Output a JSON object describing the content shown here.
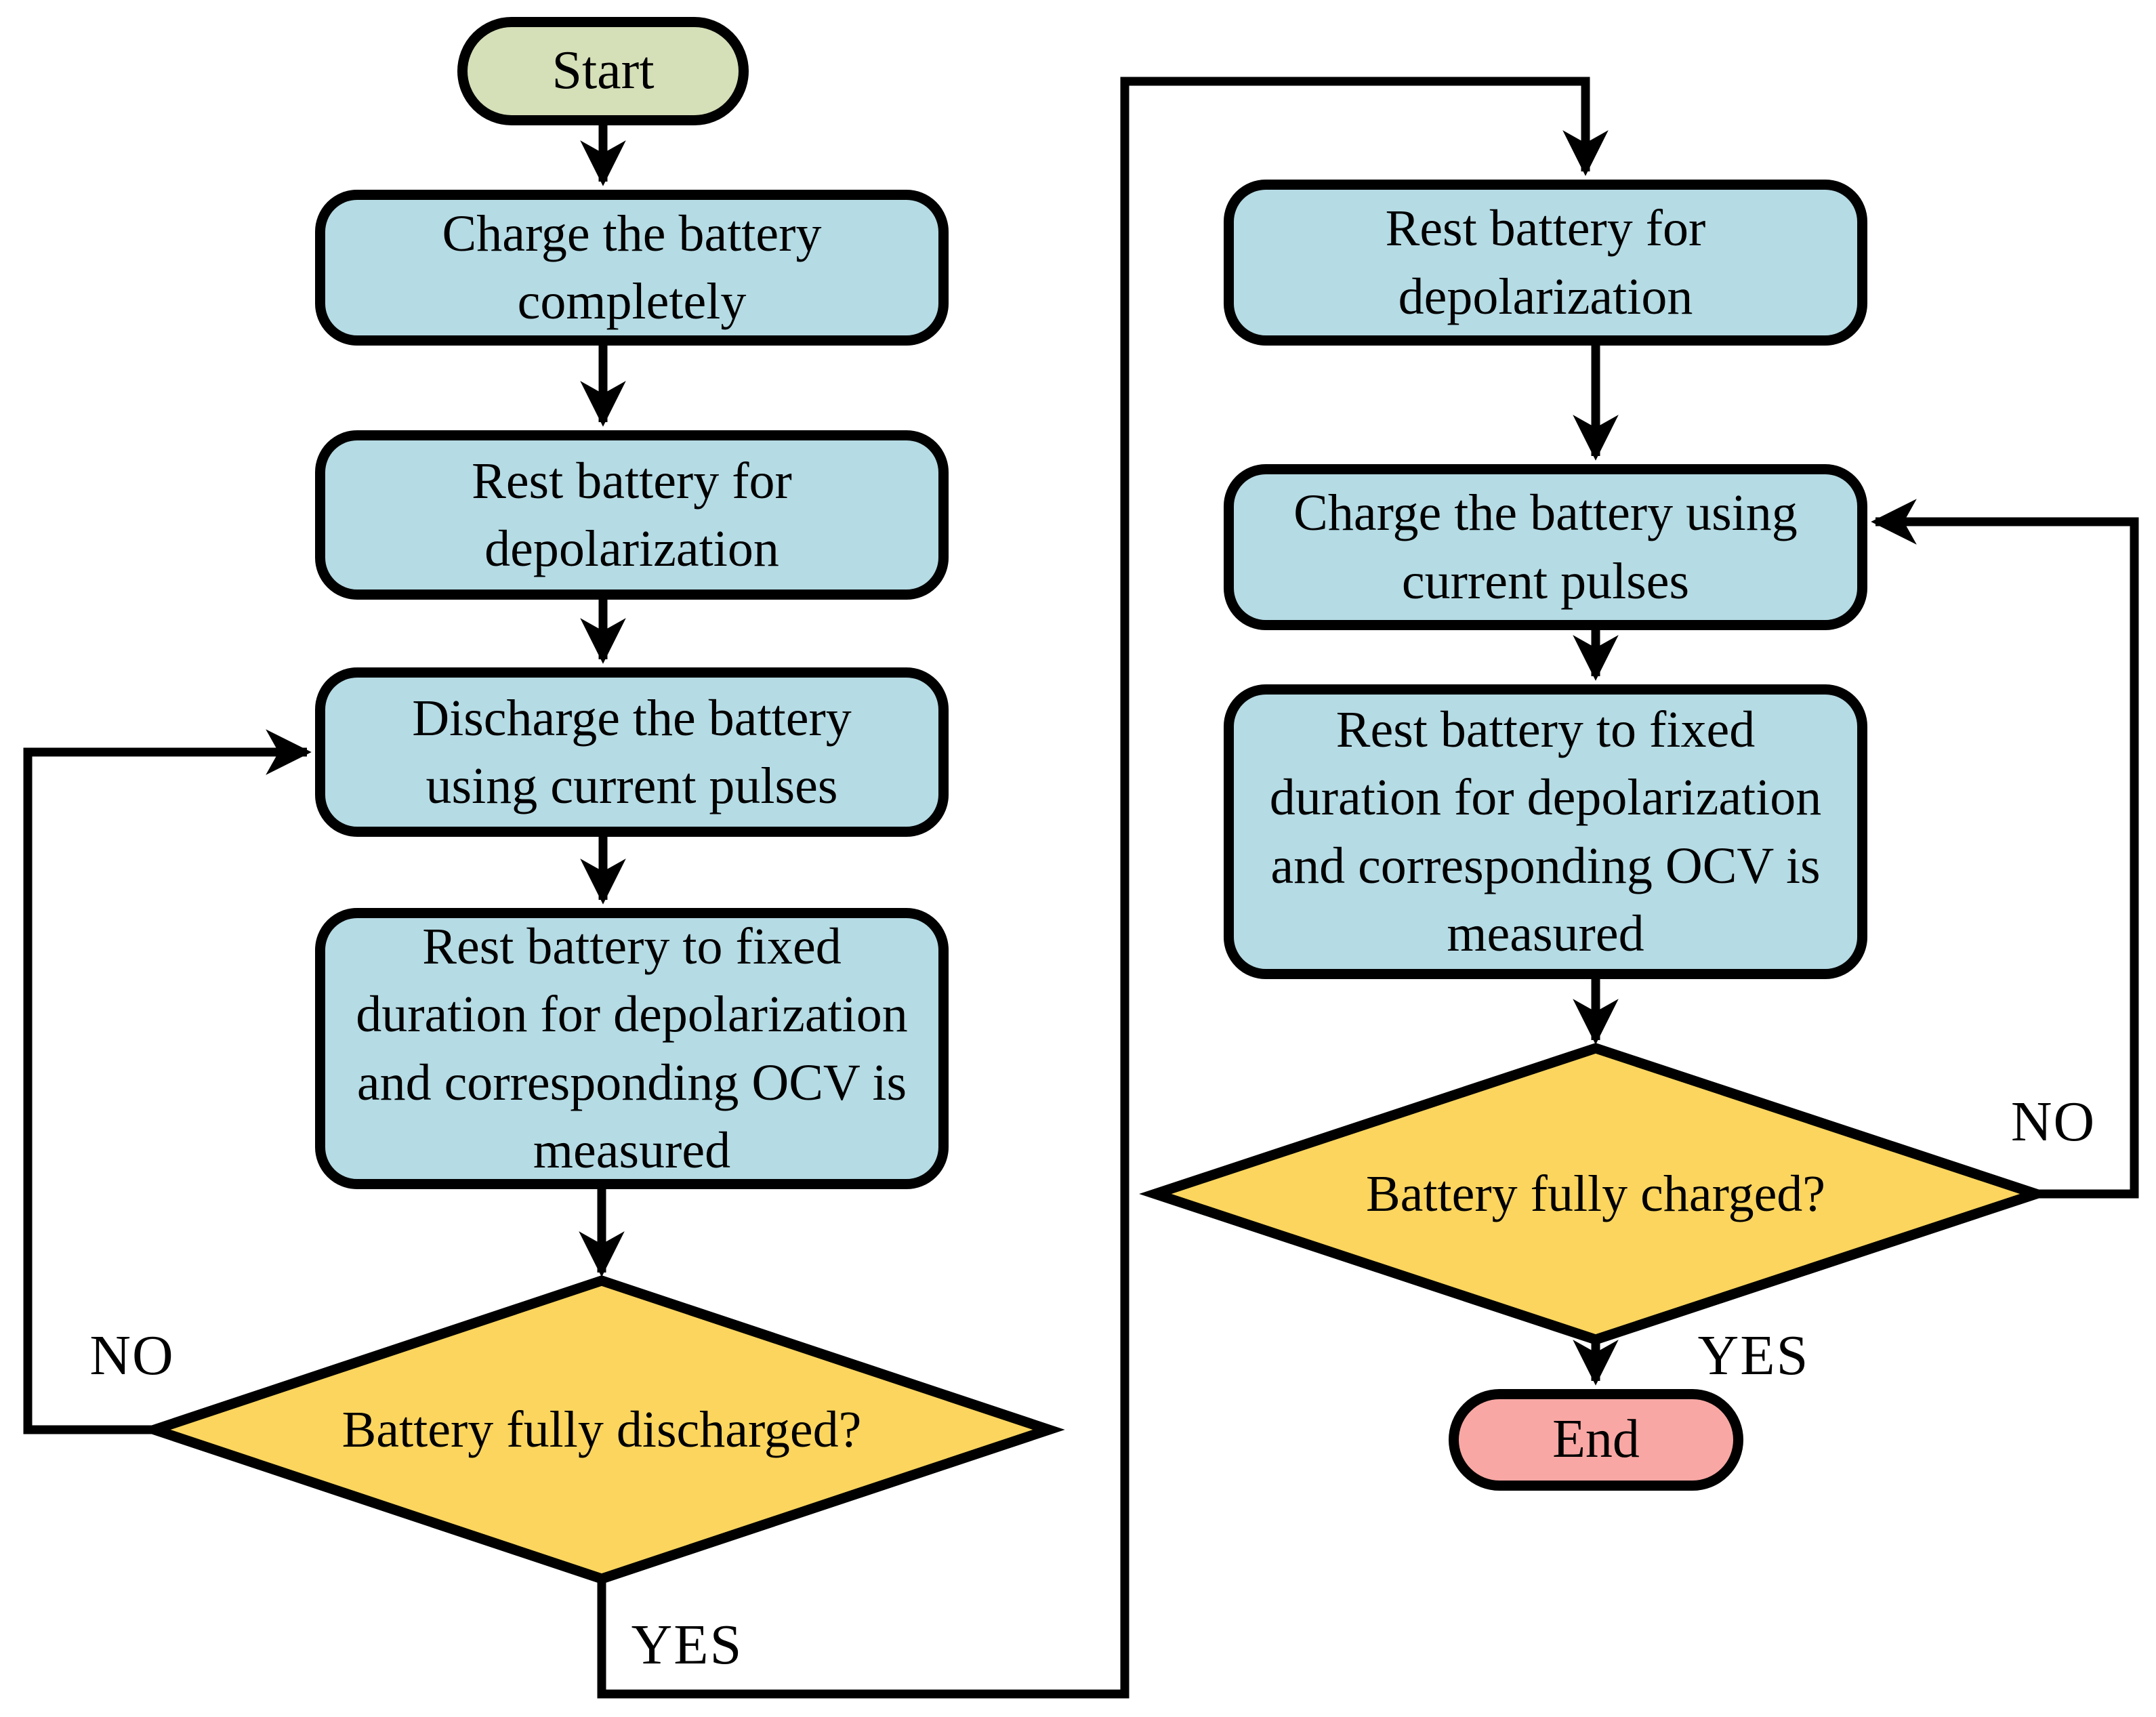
{
  "diagram": {
    "type": "flowchart",
    "colors": {
      "process": "#b5dbe4",
      "start": "#d5dfb8",
      "end": "#f9a7a4",
      "decision": "#fbd55e",
      "line": "#000000"
    },
    "nodes": {
      "start": {
        "type": "terminator",
        "label": "Start"
      },
      "charge_completely": {
        "type": "process",
        "label": "Charge the battery\ncompletely"
      },
      "rest_depolarization_left": {
        "type": "process",
        "label": "Rest battery for\ndepolarization"
      },
      "discharge_pulses": {
        "type": "process",
        "label": "Discharge the battery\nusing current pulses"
      },
      "rest_ocv_left": {
        "type": "process",
        "label": "Rest battery to fixed\nduration for depolarization\nand corresponding OCV is\nmeasured"
      },
      "fully_discharged": {
        "type": "decision",
        "label": "Battery fully discharged?"
      },
      "rest_depolarization_right": {
        "type": "process",
        "label": "Rest battery for\ndepolarization"
      },
      "charge_pulses": {
        "type": "process",
        "label": "Charge the battery using\ncurrent pulses"
      },
      "rest_ocv_right": {
        "type": "process",
        "label": "Rest battery to fixed\nduration for depolarization\nand corresponding OCV is\nmeasured"
      },
      "fully_charged": {
        "type": "decision",
        "label": "Battery fully charged?"
      },
      "end": {
        "type": "terminator",
        "label": "End"
      }
    },
    "edge_labels": {
      "no_left": "NO",
      "yes_left": "YES",
      "no_right": "NO",
      "yes_right": "YES"
    },
    "edges": [
      {
        "from": "start",
        "to": "charge_completely"
      },
      {
        "from": "charge_completely",
        "to": "rest_depolarization_left"
      },
      {
        "from": "rest_depolarization_left",
        "to": "discharge_pulses"
      },
      {
        "from": "discharge_pulses",
        "to": "rest_ocv_left"
      },
      {
        "from": "rest_ocv_left",
        "to": "fully_discharged"
      },
      {
        "from": "fully_discharged",
        "to": "discharge_pulses",
        "label": "NO"
      },
      {
        "from": "fully_discharged",
        "to": "rest_depolarization_right",
        "label": "YES"
      },
      {
        "from": "rest_depolarization_right",
        "to": "charge_pulses"
      },
      {
        "from": "charge_pulses",
        "to": "rest_ocv_right"
      },
      {
        "from": "rest_ocv_right",
        "to": "fully_charged"
      },
      {
        "from": "fully_charged",
        "to": "charge_pulses",
        "label": "NO"
      },
      {
        "from": "fully_charged",
        "to": "end",
        "label": "YES"
      }
    ]
  }
}
